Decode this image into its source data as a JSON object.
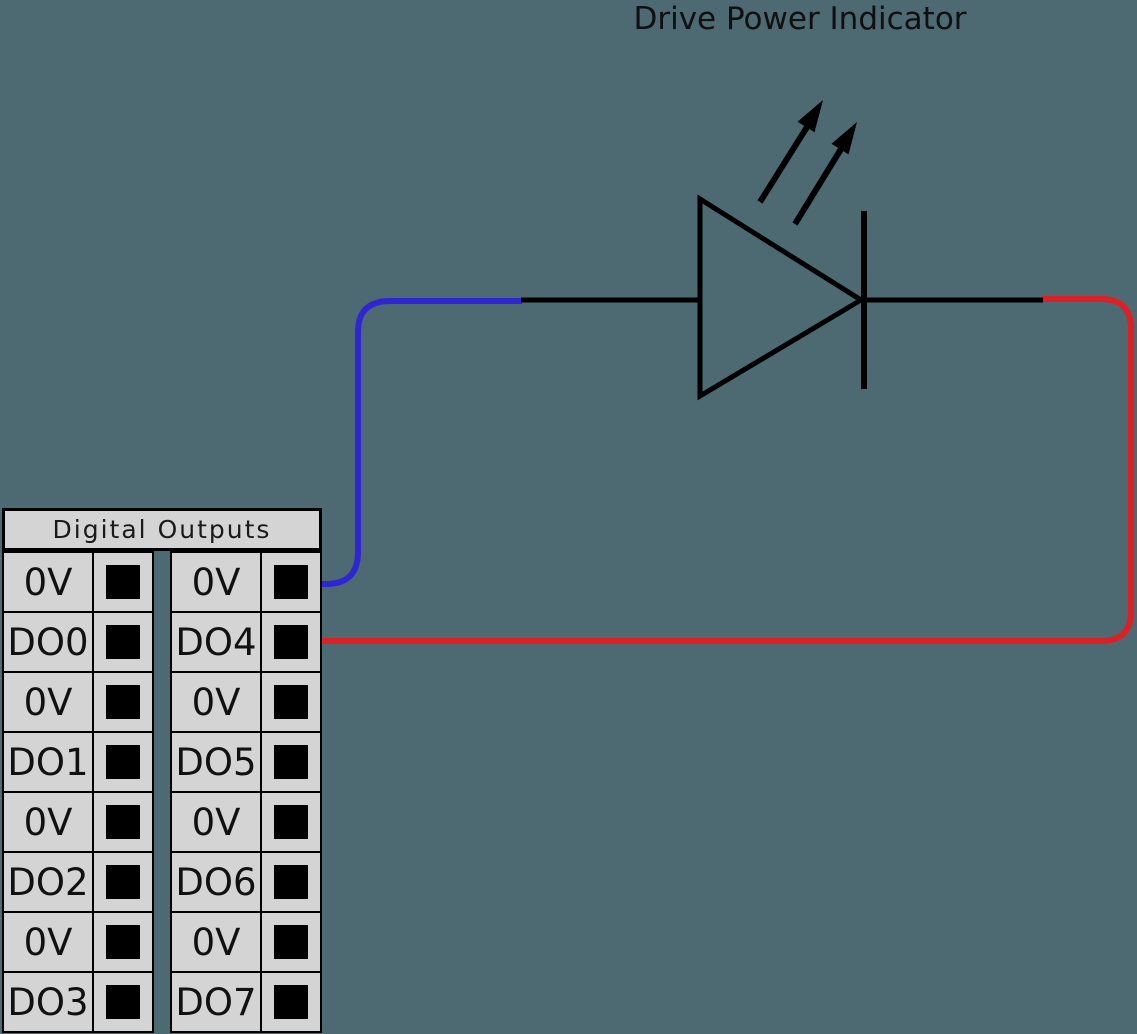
{
  "title": "Drive Power Indicator",
  "colors": {
    "background": "#4d6972",
    "panel_gray": "#d4d4d4",
    "line_black": "#000000",
    "wire_blue": "#2f26d3",
    "wire_red": "#dd1f26"
  },
  "terminal_block": {
    "header": "Digital Outputs",
    "left_column": [
      "0V",
      "DO0",
      "0V",
      "DO1",
      "0V",
      "DO2",
      "0V",
      "DO3"
    ],
    "right_column": [
      "0V",
      "DO4",
      "0V",
      "DO5",
      "0V",
      "DO6",
      "0V",
      "DO7"
    ]
  }
}
